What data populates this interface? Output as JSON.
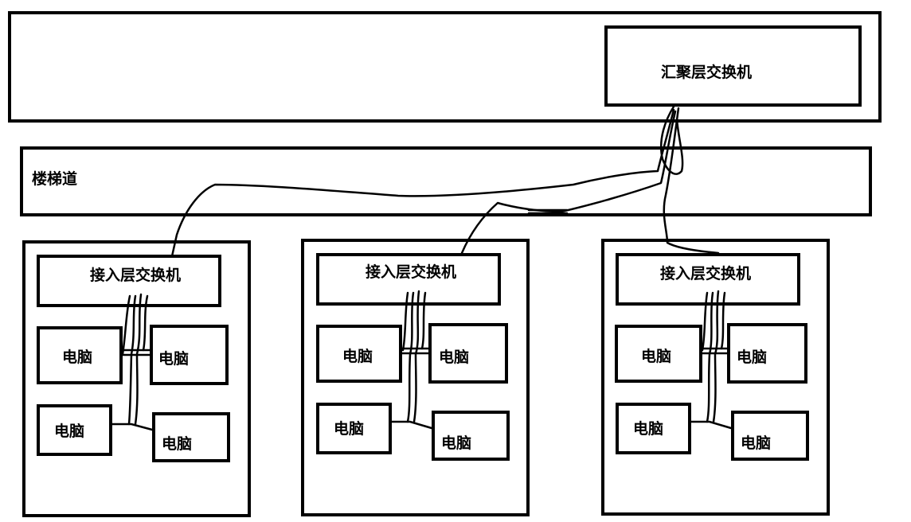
{
  "floor": {
    "aggregation_switch": "汇聚层交换机"
  },
  "stairwell": {
    "label": "楼梯道"
  },
  "rooms": [
    {
      "access_switch": "接入层交换机",
      "computers": [
        "电脑",
        "电脑",
        "电脑",
        "电脑"
      ]
    },
    {
      "access_switch": "接入层交换机",
      "computers": [
        "电脑",
        "电脑",
        "电脑",
        "电脑"
      ]
    },
    {
      "access_switch": "接入层交换机",
      "computers": [
        "电脑",
        "电脑",
        "电脑",
        "电脑"
      ]
    }
  ],
  "colors": {
    "line": "#000000",
    "background": "#ffffff"
  }
}
